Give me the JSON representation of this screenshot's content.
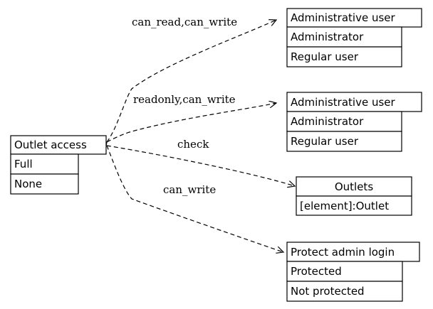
{
  "nodes": {
    "outlet_access": {
      "title": "Outlet access",
      "rows": [
        "Full",
        "None"
      ]
    },
    "admin_user_1": {
      "title": "Administrative user",
      "rows": [
        "Administrator",
        "Regular user"
      ]
    },
    "admin_user_2": {
      "title": "Administrative user",
      "rows": [
        "Administrator",
        "Regular user"
      ]
    },
    "outlets": {
      "title": "Outlets",
      "rows": [
        "[element]:Outlet"
      ]
    },
    "protect_admin_login": {
      "title": "Protect admin login",
      "rows": [
        "Protected",
        "Not protected"
      ]
    }
  },
  "edges": [
    {
      "label": "can_read,can_write",
      "from": "outlet_access",
      "to": "admin_user_1"
    },
    {
      "label": "readonly,can_write",
      "from": "outlet_access",
      "to": "admin_user_2"
    },
    {
      "label": "check",
      "from": "outlet_access",
      "to": "outlets"
    },
    {
      "label": "can_write",
      "from": "outlet_access",
      "to": "protect_admin_login"
    }
  ]
}
